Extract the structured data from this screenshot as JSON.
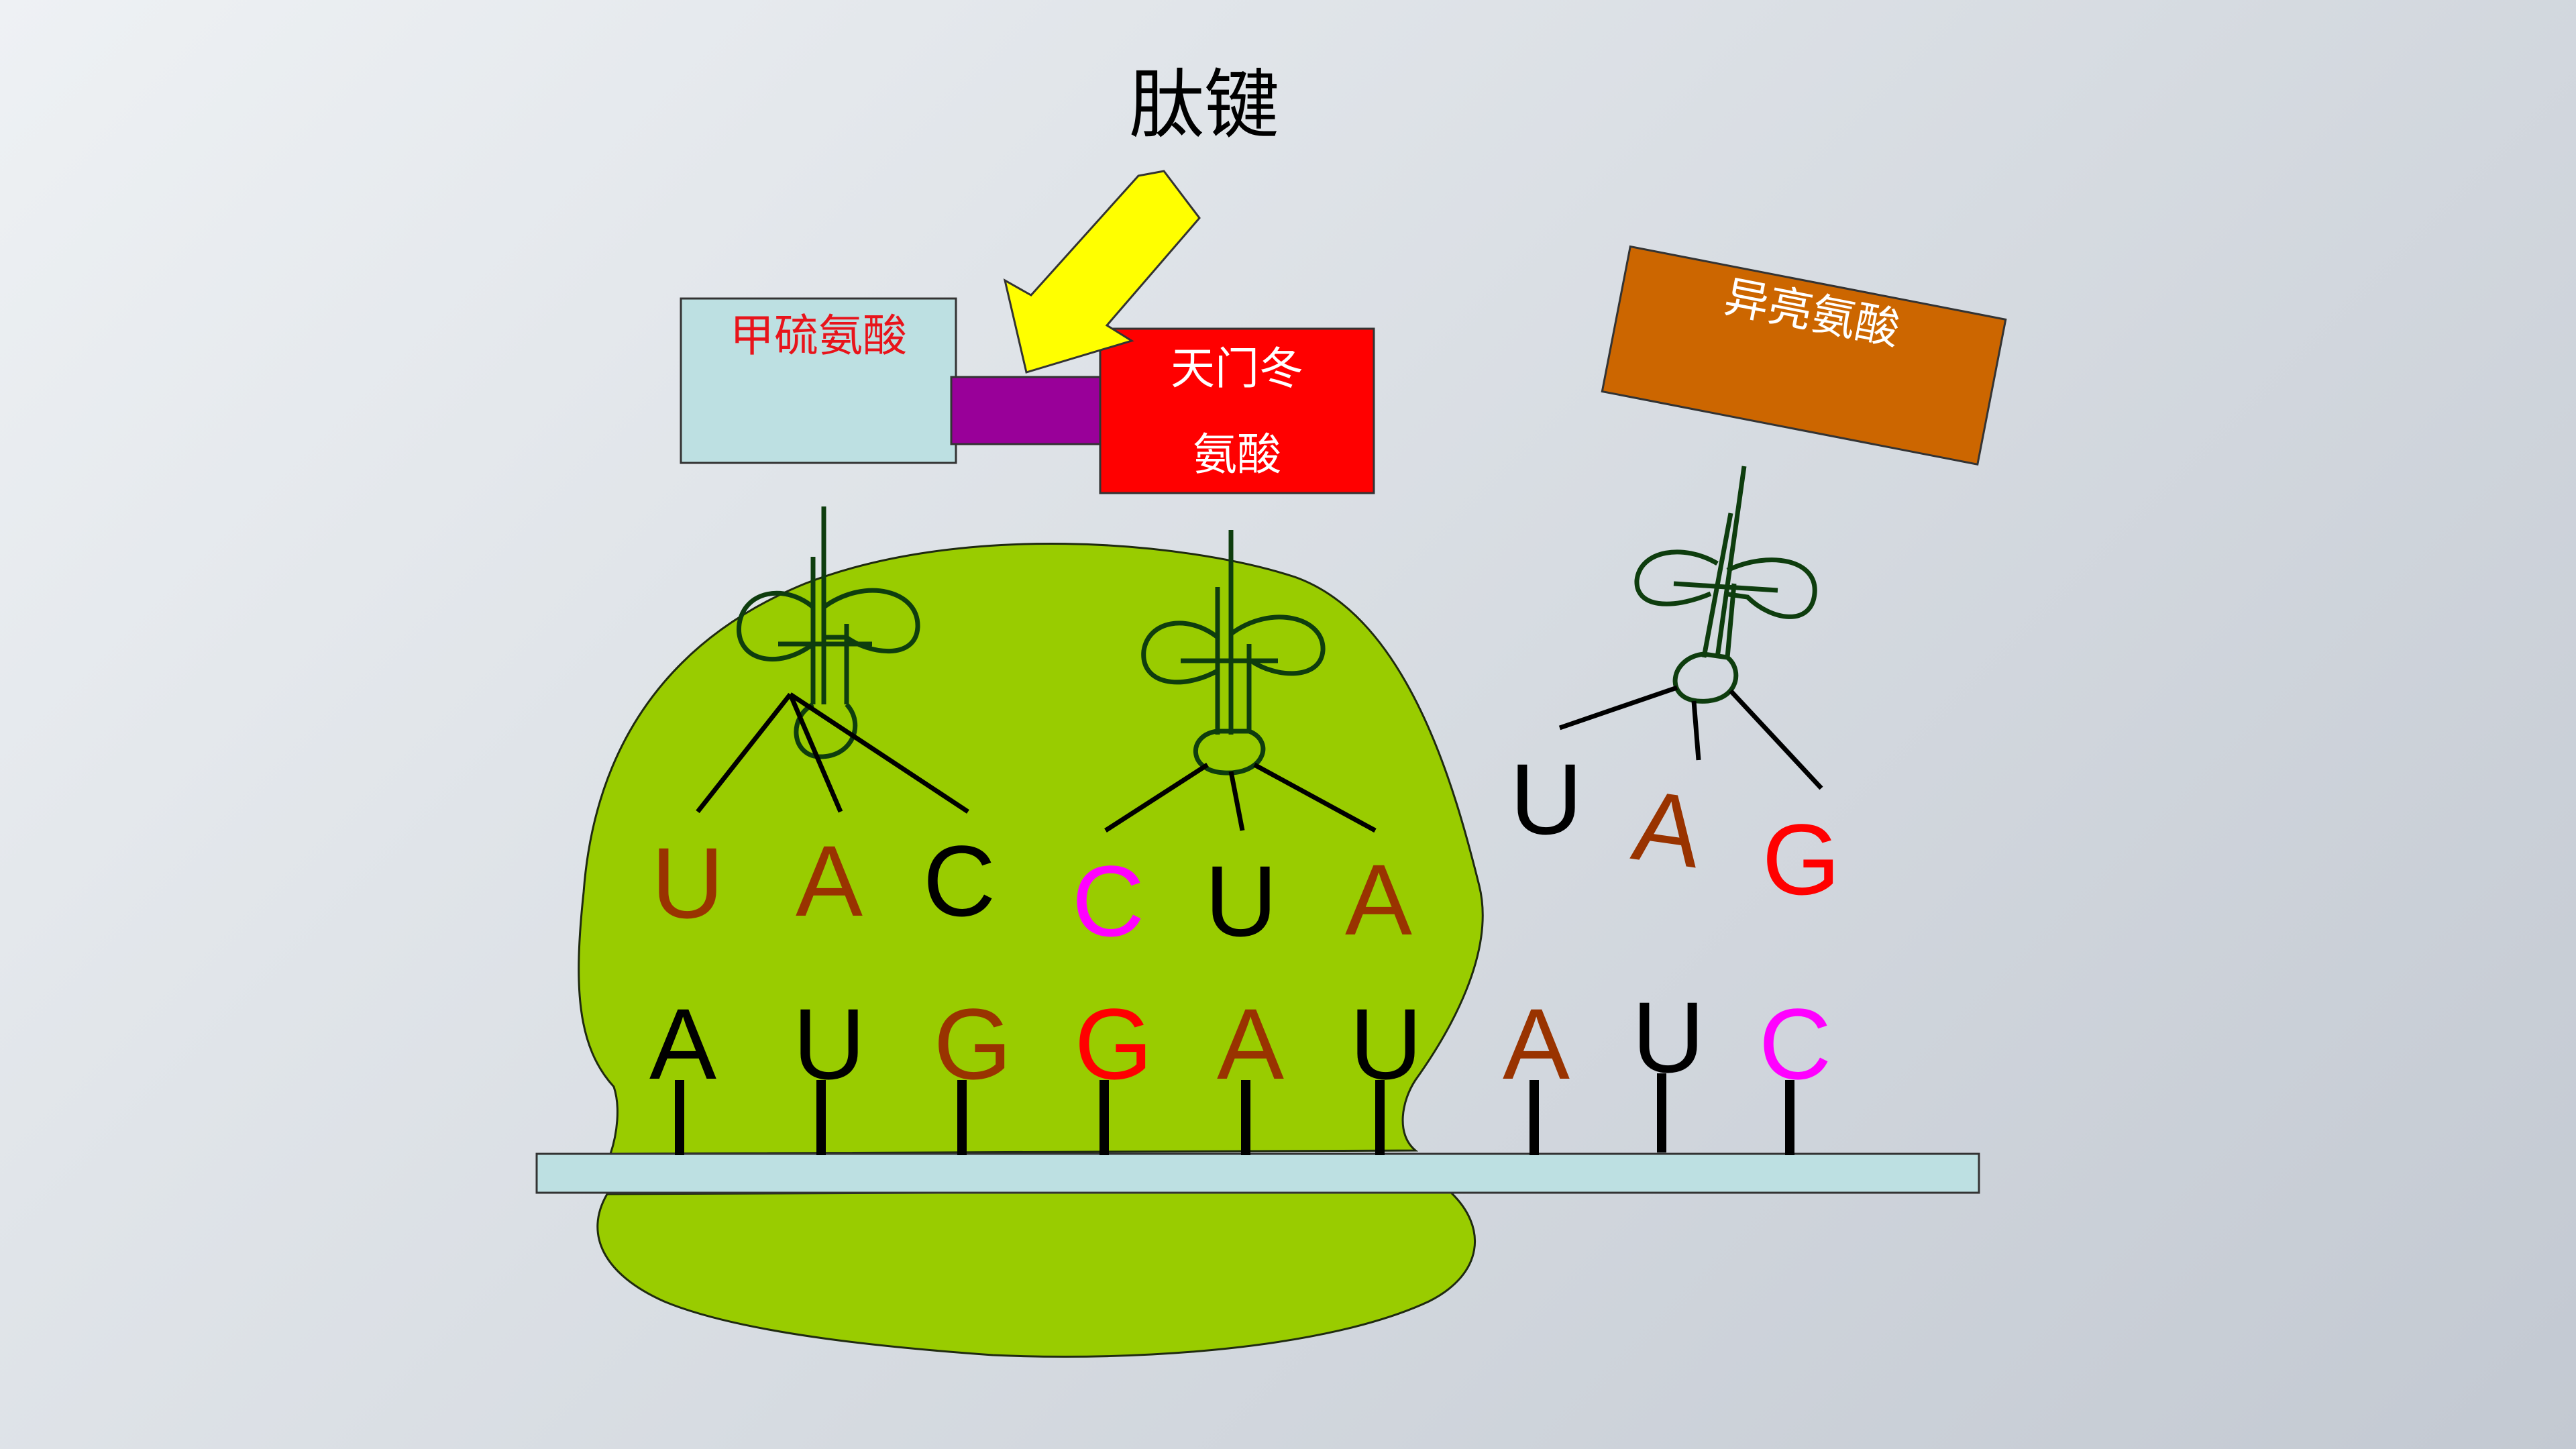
{
  "title": "肽键",
  "amino_acids": {
    "met": {
      "text": "甲硫氨酸",
      "color": "#e8141b"
    },
    "asp_line1": "天门冬",
    "asp_line2": "氨酸",
    "ile": "异亮氨酸"
  },
  "colors": {
    "ribosome": "#99cc00",
    "mrna_strip": "#bde0e2",
    "met_box": "#bde0e2",
    "bond": "#990099",
    "asp_box": "#ff0000",
    "ile_box": "#cc6600",
    "arrow": "#ffff00",
    "trna": "#0e3d0e",
    "uracil_adenine": "#993300",
    "cytosine": "#ff00ff",
    "guanine_red": "#ff0000",
    "black": "#000000"
  },
  "anticodons": [
    {
      "id": "trna1",
      "bases": [
        {
          "letter": "U",
          "color": "#993300"
        },
        {
          "letter": "A",
          "color": "#993300"
        },
        {
          "letter": "C",
          "color": "#000000"
        }
      ]
    },
    {
      "id": "trna2",
      "bases": [
        {
          "letter": "C",
          "color": "#ff00ff"
        },
        {
          "letter": "U",
          "color": "#000000"
        },
        {
          "letter": "A",
          "color": "#993300"
        }
      ]
    },
    {
      "id": "trna3",
      "bases": [
        {
          "letter": "U",
          "color": "#000000"
        },
        {
          "letter": "A",
          "color": "#993300"
        },
        {
          "letter": "G",
          "color": "#ff0000"
        }
      ]
    }
  ],
  "mrna_codons": [
    {
      "letter": "A",
      "color": "#000000"
    },
    {
      "letter": "U",
      "color": "#000000"
    },
    {
      "letter": "G",
      "color": "#993300"
    },
    {
      "letter": "G",
      "color": "#ff0000"
    },
    {
      "letter": "A",
      "color": "#993300"
    },
    {
      "letter": "U",
      "color": "#000000"
    },
    {
      "letter": "A",
      "color": "#993300"
    },
    {
      "letter": "U",
      "color": "#000000"
    },
    {
      "letter": "C",
      "color": "#ff00ff"
    }
  ]
}
